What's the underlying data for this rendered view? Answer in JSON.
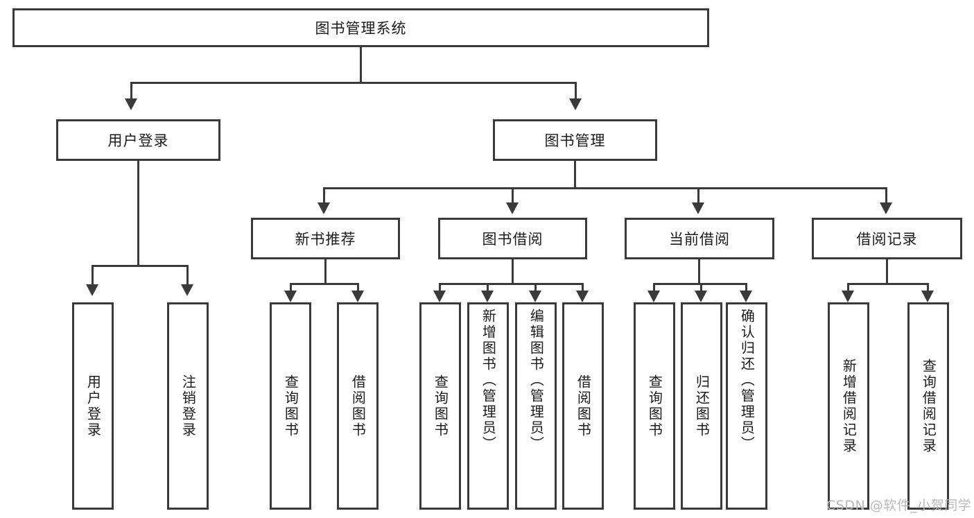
{
  "diagram": {
    "type": "tree-hierarchy-chart",
    "title_node": {
      "label": "图书管理系统"
    },
    "level2": [
      {
        "label": "用户登录"
      },
      {
        "label": "图书管理"
      }
    ],
    "level3": [
      {
        "label": "新书推荐"
      },
      {
        "label": "图书借阅"
      },
      {
        "label": "当前借阅"
      },
      {
        "label": "借阅记录"
      }
    ],
    "leaves": {
      "user_login": [
        {
          "label": "用户登录"
        },
        {
          "label": "注销登录"
        }
      ],
      "new_book_recommend": [
        {
          "label": "查询图书"
        },
        {
          "label": "借阅图书"
        }
      ],
      "book_borrow": [
        {
          "label": "查询图书"
        },
        {
          "label": "新增图书（管理员）"
        },
        {
          "label": "编辑图书（管理员）"
        },
        {
          "label": "借阅图书"
        }
      ],
      "current_borrow": [
        {
          "label": "查询图书"
        },
        {
          "label": "归还图书"
        },
        {
          "label": "确认归还（管理员）"
        }
      ],
      "borrow_record": [
        {
          "label": "新增借阅记录"
        },
        {
          "label": "查询借阅记录"
        }
      ]
    },
    "watermark": {
      "text": "CSDN @软件_小贺同学"
    },
    "colors": {
      "stroke": "#3a3a3a",
      "fill": "#ffffff",
      "text": "#1b1b1b",
      "watermark": "#b9b9b9"
    }
  }
}
